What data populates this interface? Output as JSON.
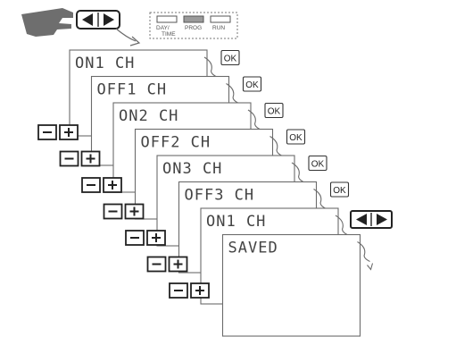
{
  "mode_selector": {
    "options": [
      {
        "label": "DAY/",
        "label2": "TIME",
        "active": false
      },
      {
        "label": "PROG",
        "label2": "",
        "active": true
      },
      {
        "label": "RUN",
        "label2": "",
        "active": false
      }
    ]
  },
  "screens": [
    {
      "text": "ON1 CH",
      "ok": "OK"
    },
    {
      "text": "OFF1 CH",
      "ok": "OK"
    },
    {
      "text": "ON2 CH",
      "ok": "OK"
    },
    {
      "text": "OFF2 CH",
      "ok": "OK"
    },
    {
      "text": "ON3 CH",
      "ok": "OK"
    },
    {
      "text": "OFF3 CH",
      "ok": "OK"
    },
    {
      "text": "ON1 CH",
      "ok": ""
    },
    {
      "text": "SAVED",
      "ok": ""
    }
  ],
  "colors": {
    "line": "#6b6b6b",
    "active_mode": "#9a9a9a",
    "hand": "#6e6e6e"
  },
  "icons": {
    "minus": "minus-icon",
    "plus": "plus-icon",
    "left": "arrow-left-icon",
    "right": "arrow-right-icon"
  }
}
